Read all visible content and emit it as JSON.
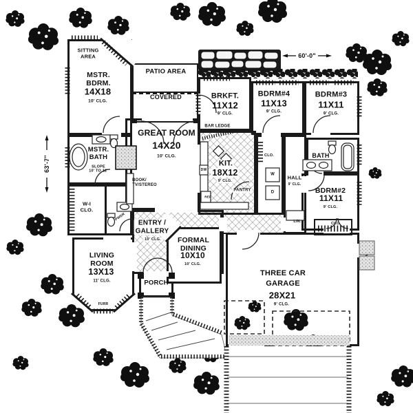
{
  "dimensions": {
    "width": "60'-0\"",
    "height": "63'-7\""
  },
  "rooms": {
    "sitting": {
      "name": "SITTING\nAREA"
    },
    "mstr_bdrm": {
      "name": "MSTR.\nBDRM.",
      "size": "14X18",
      "clg": "10' CLG."
    },
    "patio": {
      "name": "PATIO AREA"
    },
    "covered": {
      "name": "COVERED"
    },
    "brkft": {
      "name": "BRKFT.",
      "size": "11X12",
      "clg": "9' CLG."
    },
    "bdrm4": {
      "name": "BDRM#4",
      "size": "11X13",
      "clg": "9' CLG."
    },
    "bdrm3": {
      "name": "BDRM#3",
      "size": "11X11",
      "clg": "9' CLG."
    },
    "great_room": {
      "name": "GREAT ROOM",
      "size": "14X20",
      "clg": "10' CLG."
    },
    "kit": {
      "name": "KIT.",
      "size": "18X12",
      "clg": "9' CLG."
    },
    "mstr_bath": {
      "name": "MSTR.\nBATH",
      "slope": "SLOPE\n10' TO 12'"
    },
    "wi_clo": {
      "name": "W-I\nCLO."
    },
    "hall": {
      "name": "HALL",
      "clg": "9' CLG."
    },
    "bath": {
      "name": "BATH"
    },
    "bdrm2": {
      "name": "BDRM#2",
      "size": "11X11",
      "clg": "9' CLG."
    },
    "entry": {
      "name": "ENTRY /\nGALLERY",
      "clg": "10' CLG."
    },
    "formal_dining": {
      "name": "FORMAL\nDINING",
      "size": "10X10",
      "clg": "10' CLG."
    },
    "living_room": {
      "name": "LIVING\nROOM",
      "size": "13X13",
      "clg": "11' CLG."
    },
    "porch": {
      "name": "PORCH"
    },
    "garage": {
      "name": "THREE CAR\nGARAGE",
      "size": "28X21",
      "clg": "9' CLG."
    }
  },
  "fixtures": {
    "bar_ledge": "BAR LEDGE",
    "pantry": "PANTRY",
    "book_tv": "BOOK/\nTV/STEREO",
    "washer": "W",
    "dryer": "D",
    "dishwasher": "DW",
    "refrigerator": "REF",
    "linen": "LIN.",
    "closet_hall": "CLO.",
    "closet_bdrm2": "CLO.",
    "furr": "FURR",
    "powder": "PWDR"
  },
  "colors": {
    "ink": "#1a1a1a",
    "paper": "#ffffff"
  }
}
